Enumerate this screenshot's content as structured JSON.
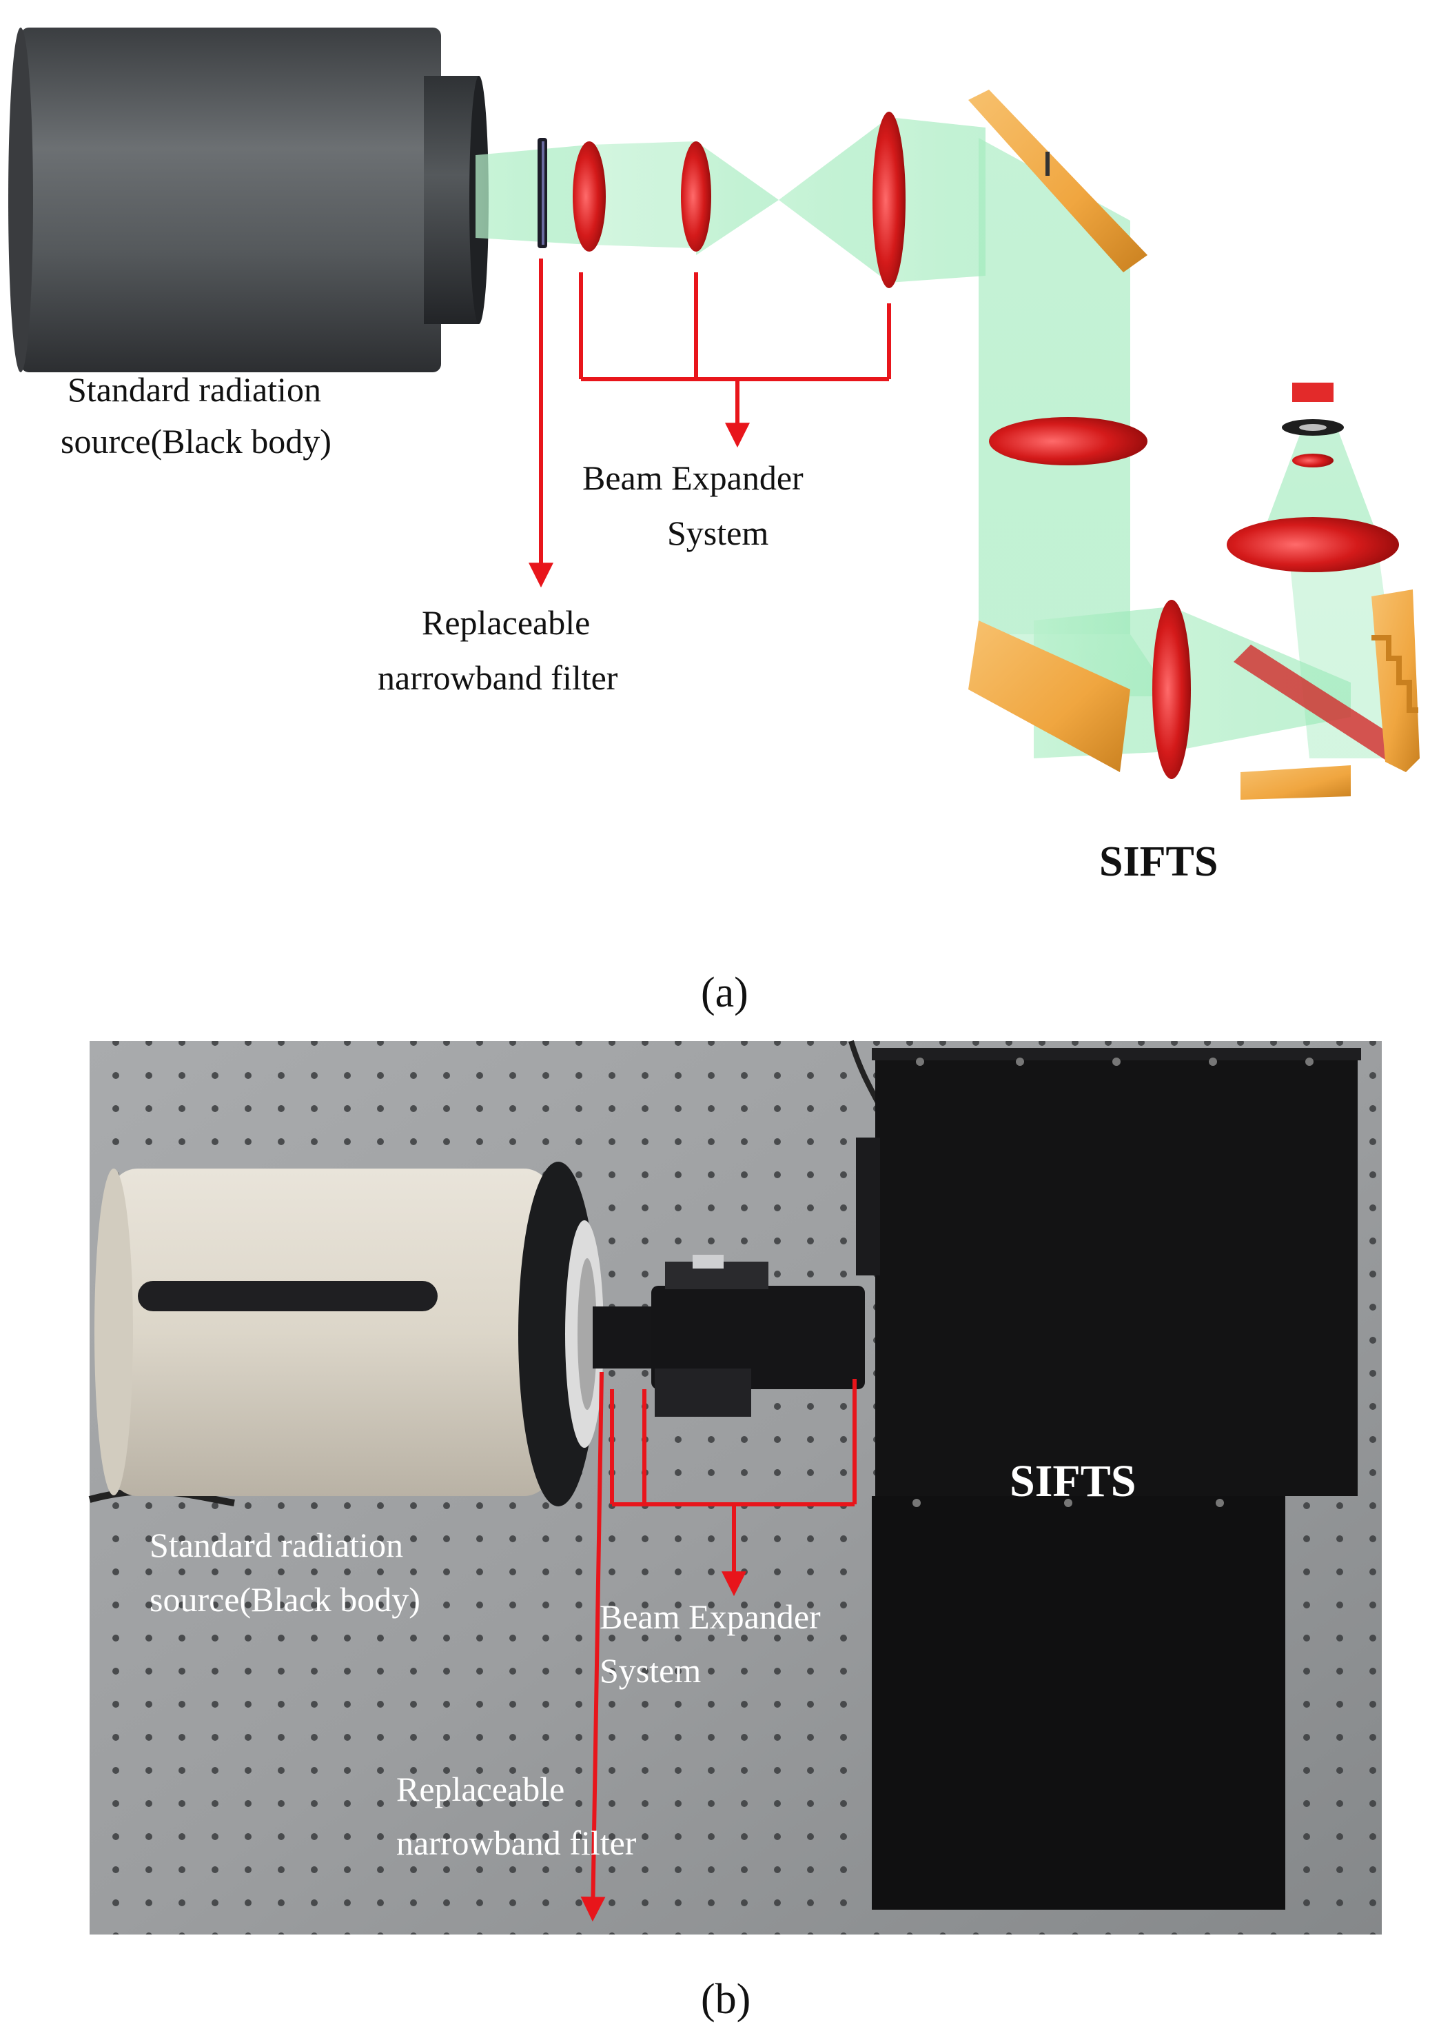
{
  "panel_a": {
    "source_label_line1": "Standard radiation",
    "source_label_line2": "source(Black body)",
    "filter_label_line1": "Replaceable",
    "filter_label_line2": "narrowband filter",
    "expander_label_line1": "Beam Expander",
    "expander_label_line2": "System",
    "instrument_label": "SIFTS",
    "caption": "(a)"
  },
  "panel_b": {
    "source_label_line1": "Standard radiation",
    "source_label_line2": "source(Black body)",
    "filter_label_line1": "Replaceable",
    "filter_label_line2": "narrowband filter",
    "expander_label_line1": "Beam Expander",
    "expander_label_line2": "System",
    "instrument_label": "SIFTS",
    "caption": "(b)"
  },
  "colors": {
    "annotation_red": "#e8151b",
    "beam_green": "#7fe3a6",
    "lens_red": "#d41a1a",
    "mirror_orange": "#f0a640",
    "source_gray": "#4a4d50",
    "photo_white_text": "#ffffff"
  }
}
